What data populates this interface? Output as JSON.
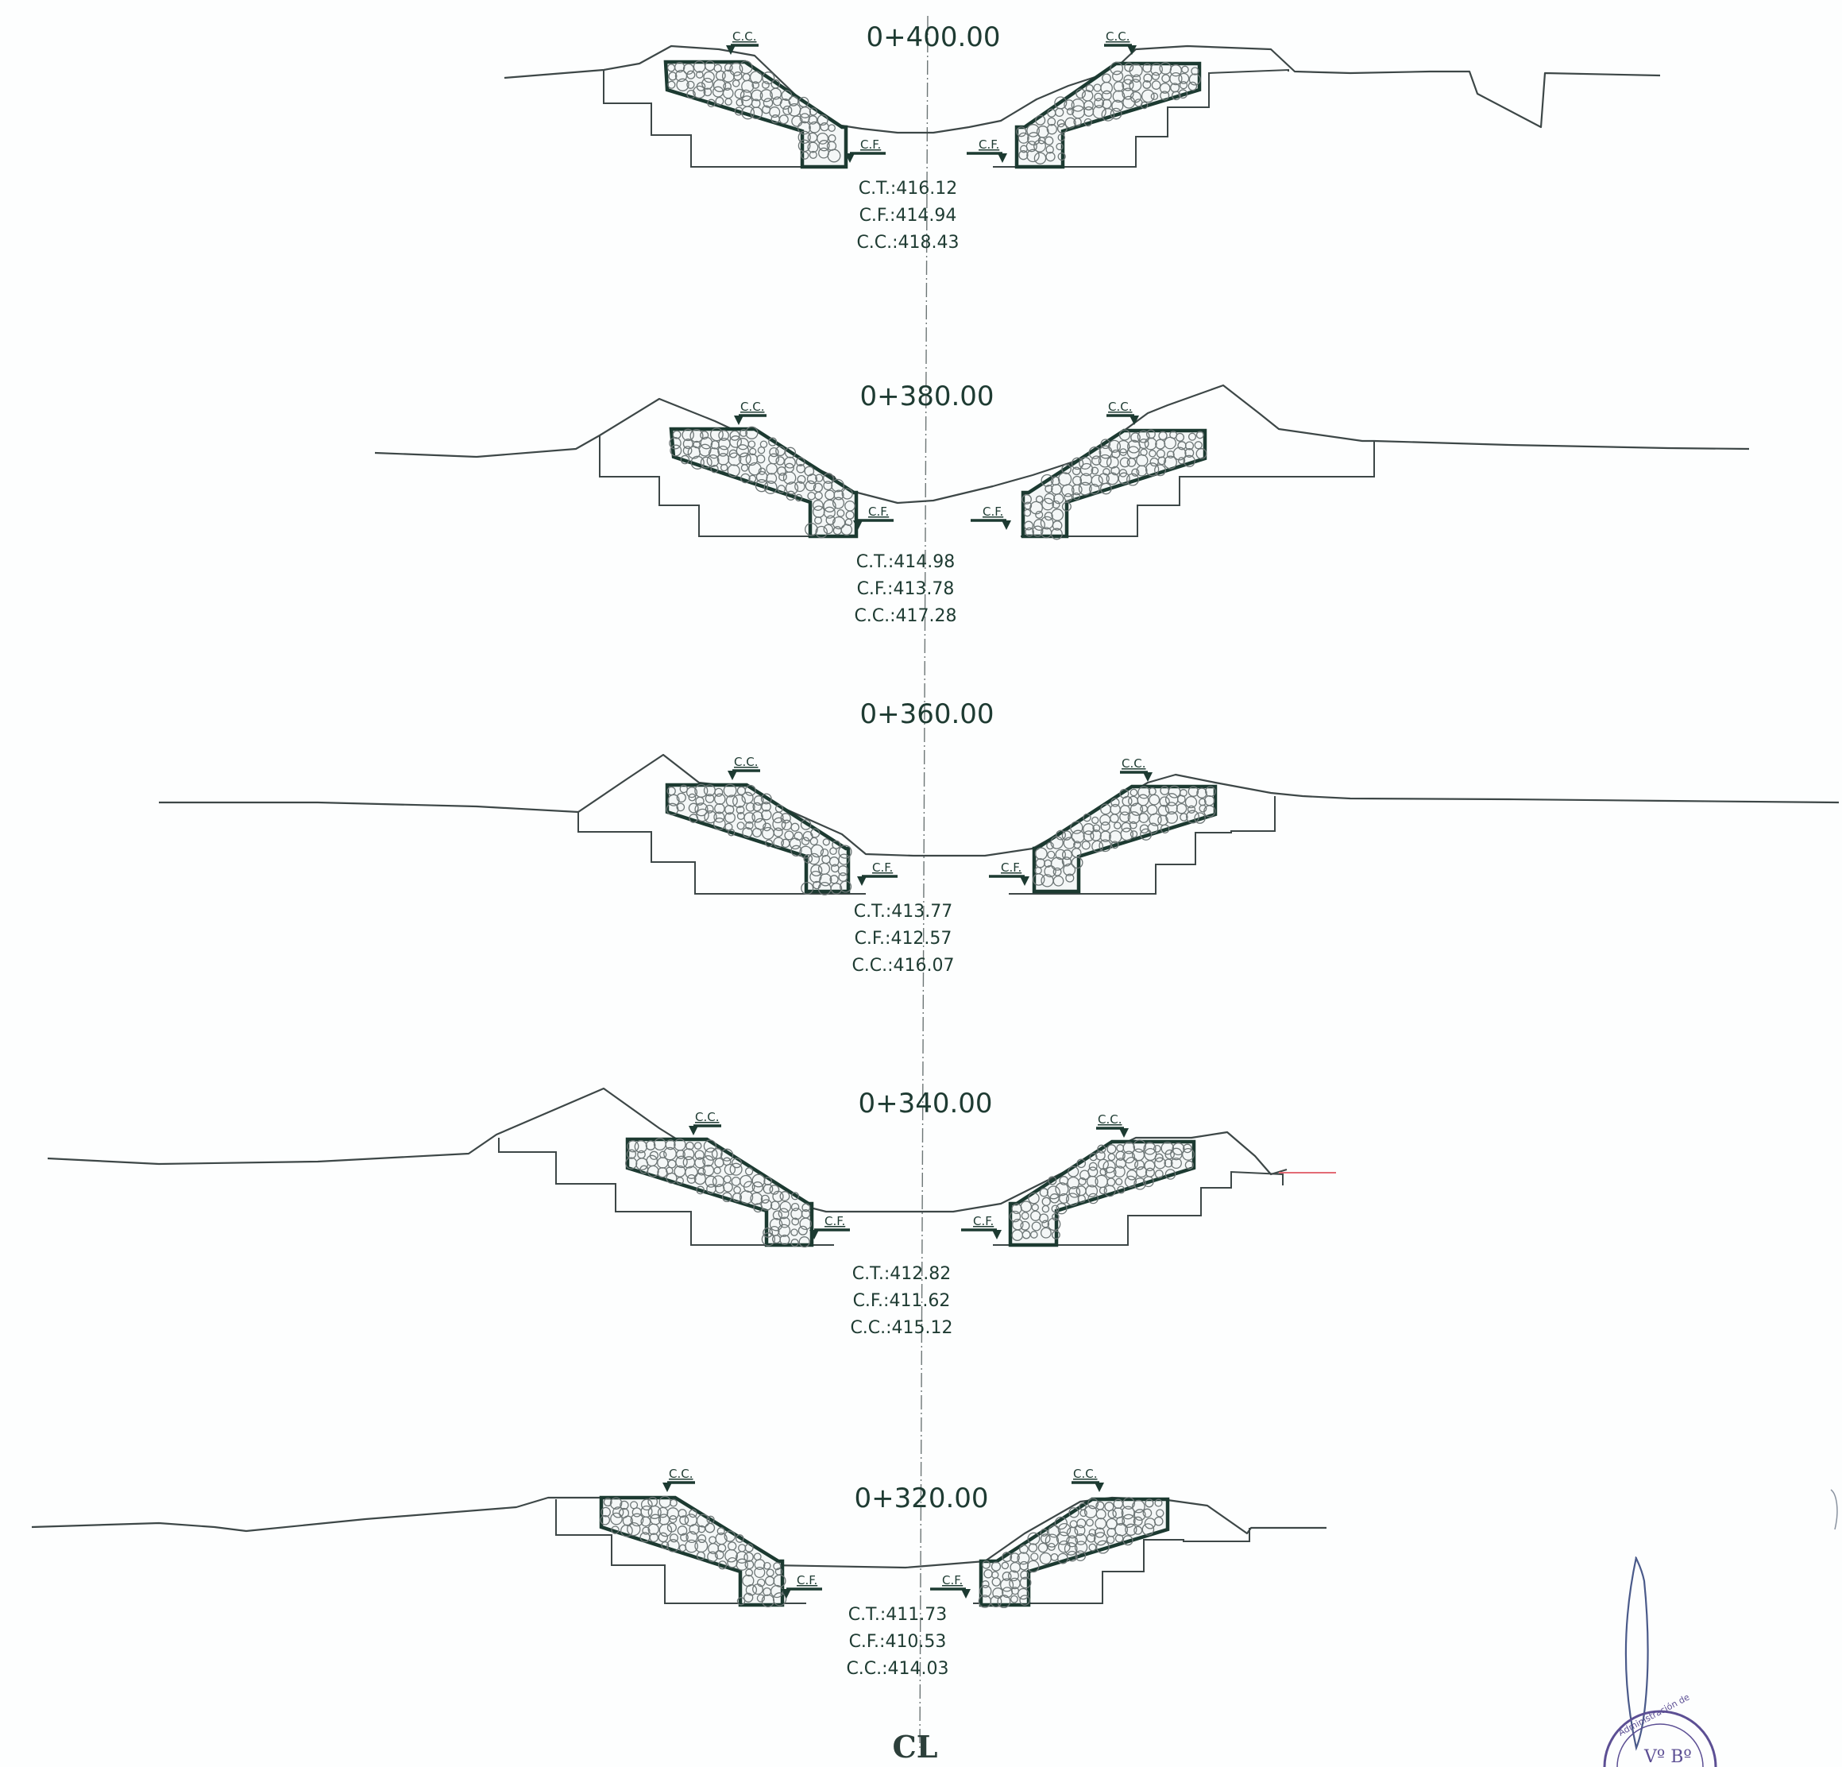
{
  "centerline_symbol": "CL",
  "sections": [
    {
      "station": "0+400.00",
      "ct": "C.T.:416.12",
      "cf": "C.F.:414.94",
      "cc": "C.C.:418.43",
      "cc_mark": "C.C.",
      "cf_mark": "C.F."
    },
    {
      "station": "0+380.00",
      "ct": "C.T.:414.98",
      "cf": "C.F.:413.78",
      "cc": "C.C.:417.28",
      "cc_mark": "C.C.",
      "cf_mark": "C.F."
    },
    {
      "station": "0+360.00",
      "ct": "C.T.:413.77",
      "cf": "C.F.:412.57",
      "cc": "C.C.:416.07",
      "cc_mark": "C.C.",
      "cf_mark": "C.F."
    },
    {
      "station": "0+340.00",
      "ct": "C.T.:412.82",
      "cf": "C.F.:411.62",
      "cc": "C.C.:415.12",
      "cc_mark": "C.C.",
      "cf_mark": "C.F."
    },
    {
      "station": "0+320.00",
      "ct": "C.T.:411.73",
      "cf": "C.F.:410.53",
      "cc": "C.C.:414.03",
      "cc_mark": "C.C.",
      "cf_mark": "C.F."
    }
  ],
  "stamp_text": "Administración de",
  "stamp_mark": "Vº Bº",
  "colors": {
    "line": "#3d4747",
    "gabion": "#1c3a31",
    "text": "#1e3b32",
    "background": "#fdfefe"
  }
}
